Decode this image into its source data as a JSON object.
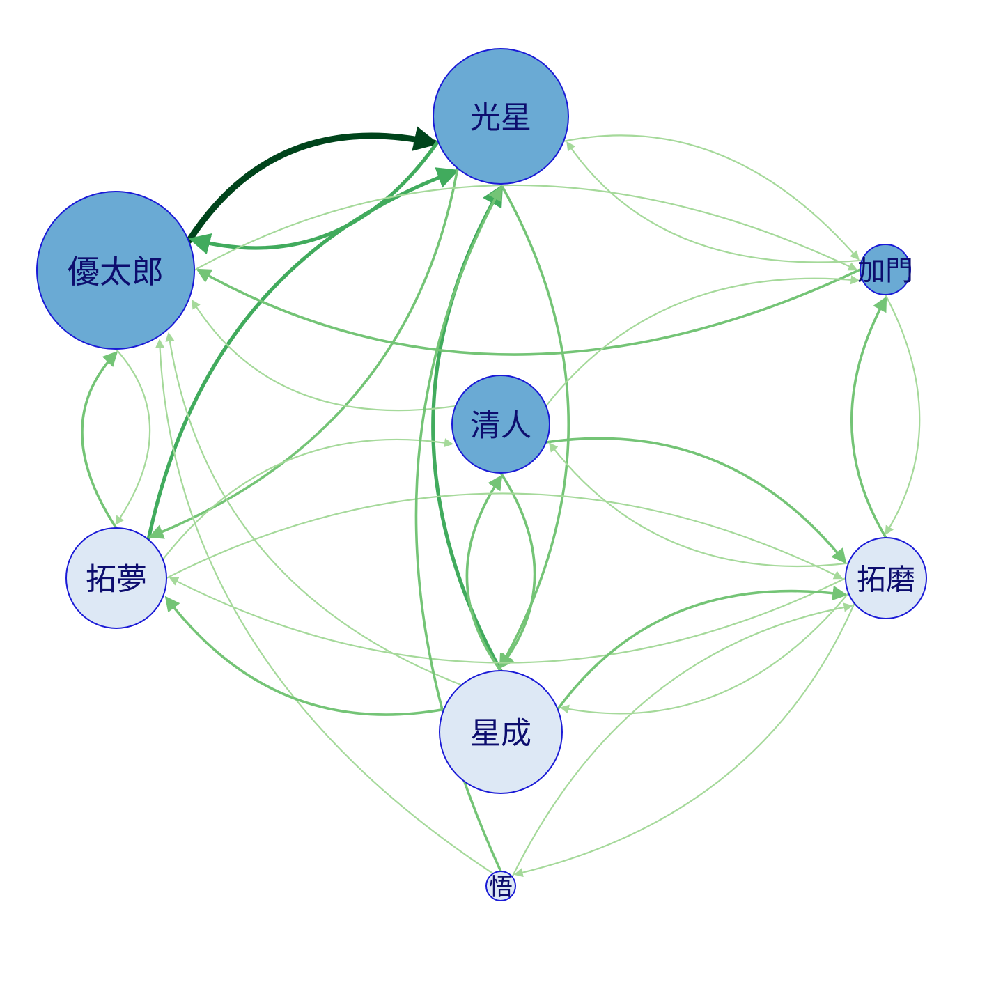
{
  "colors": {
    "node_dark_fill": "#6aaad4",
    "node_light_fill": "#dde8f5",
    "node_stroke": "#1a1ad6",
    "edge_palette": [
      "#a5d99a",
      "#74c476",
      "#41ab5d",
      "#238b45",
      "#00441b"
    ],
    "label_color": "#0d0d6e"
  },
  "nodes": [
    {
      "id": "hikaru",
      "label": "光星",
      "tone": "dark"
    },
    {
      "id": "yutaro",
      "label": "優太郎",
      "tone": "dark"
    },
    {
      "id": "kamon",
      "label": "加門",
      "tone": "dark"
    },
    {
      "id": "kiyoto",
      "label": "清人",
      "tone": "dark"
    },
    {
      "id": "takumu",
      "label": "拓夢",
      "tone": "light"
    },
    {
      "id": "takuma",
      "label": "拓磨",
      "tone": "light"
    },
    {
      "id": "seina",
      "label": "星成",
      "tone": "light"
    },
    {
      "id": "satoru",
      "label": "悟",
      "tone": "light"
    }
  ],
  "edges": [
    {
      "from": "yutaro",
      "to": "hikaru",
      "weight": 5
    },
    {
      "from": "hikaru",
      "to": "yutaro",
      "weight": 3
    },
    {
      "from": "takumu",
      "to": "hikaru",
      "weight": 3
    },
    {
      "from": "hikaru",
      "to": "takumu",
      "weight": 2
    },
    {
      "from": "seina",
      "to": "hikaru",
      "weight": 3
    },
    {
      "from": "hikaru",
      "to": "seina",
      "weight": 2
    },
    {
      "from": "hikaru",
      "to": "kamon",
      "weight": 1
    },
    {
      "from": "kamon",
      "to": "hikaru",
      "weight": 1
    },
    {
      "from": "kamon",
      "to": "yutaro",
      "weight": 2
    },
    {
      "from": "yutaro",
      "to": "kamon",
      "weight": 1
    },
    {
      "from": "takumu",
      "to": "yutaro",
      "weight": 2
    },
    {
      "from": "yutaro",
      "to": "takumu",
      "weight": 1
    },
    {
      "from": "kiyoto",
      "to": "yutaro",
      "weight": 1
    },
    {
      "from": "seina",
      "to": "yutaro",
      "weight": 1
    },
    {
      "from": "satoru",
      "to": "yutaro",
      "weight": 1
    },
    {
      "from": "kiyoto",
      "to": "kamon",
      "weight": 1
    },
    {
      "from": "takuma",
      "to": "kamon",
      "weight": 2
    },
    {
      "from": "kamon",
      "to": "takuma",
      "weight": 1
    },
    {
      "from": "takumu",
      "to": "kiyoto",
      "weight": 1
    },
    {
      "from": "kiyoto",
      "to": "takuma",
      "weight": 2
    },
    {
      "from": "takuma",
      "to": "kiyoto",
      "weight": 1
    },
    {
      "from": "seina",
      "to": "kiyoto",
      "weight": 2
    },
    {
      "from": "kiyoto",
      "to": "seina",
      "weight": 2
    },
    {
      "from": "seina",
      "to": "takumu",
      "weight": 2
    },
    {
      "from": "takuma",
      "to": "takumu",
      "weight": 1
    },
    {
      "from": "takumu",
      "to": "takuma",
      "weight": 1
    },
    {
      "from": "seina",
      "to": "takuma",
      "weight": 2
    },
    {
      "from": "takuma",
      "to": "seina",
      "weight": 1
    },
    {
      "from": "takuma",
      "to": "satoru",
      "weight": 1
    },
    {
      "from": "satoru",
      "to": "takuma",
      "weight": 1
    },
    {
      "from": "satoru",
      "to": "hikaru",
      "weight": 2
    }
  ]
}
